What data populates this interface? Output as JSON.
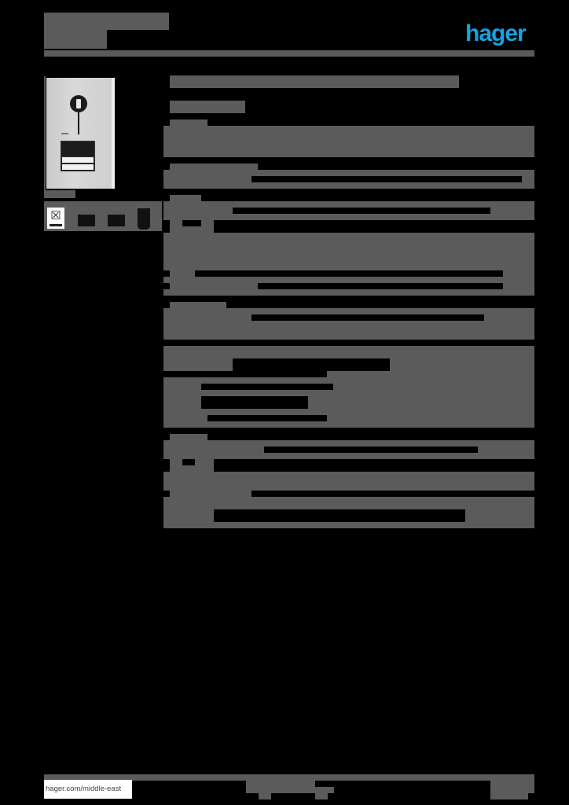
{
  "header": {
    "brand_logo_text": "hager",
    "brand_color": "#15a3e3",
    "title_redacted": true,
    "subtitle_redacted": true
  },
  "product": {
    "image": "door-entry-video-panel",
    "icons": [
      "weee-crossed-bin-icon",
      "certification-icon-1",
      "certification-icon-2",
      "certification-icon-3"
    ]
  },
  "content": {
    "note": "All body text is redacted with gray blocks",
    "redaction_color": "#5a5b5a"
  },
  "footer": {
    "url": "hager.com/middle-east"
  }
}
